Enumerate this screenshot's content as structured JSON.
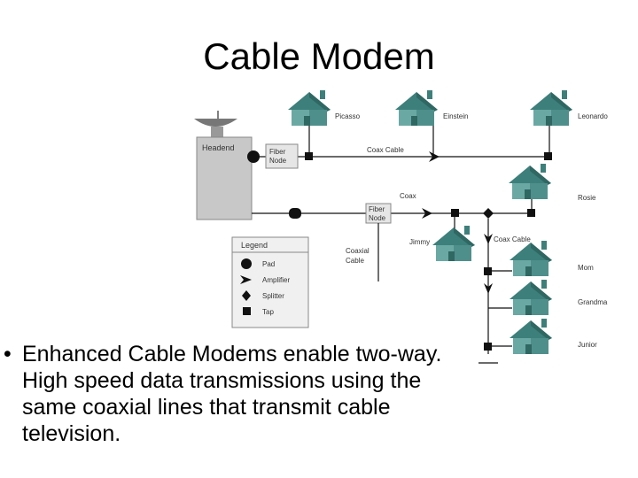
{
  "title": "Cable Modem",
  "diagram": {
    "headend_label": "Headend",
    "fiber_node_1": [
      "Fiber",
      "Node"
    ],
    "fiber_node_2": [
      "Fiber",
      "Node"
    ],
    "coax_cable_top_label": "Coax Cable",
    "coax_label": "Coax",
    "coaxial_cable_label": [
      "Coaxial",
      "Cable"
    ],
    "coax_cable_right_label": "Coax Cable",
    "houses": {
      "picasso": "Picasso",
      "einstein": "Einstein",
      "leonardo": "Leonardo",
      "rosie": "Rosie",
      "jimmy": "Jimmy",
      "mom": "Mom",
      "grandma": "Grandma",
      "junior": "Junior"
    },
    "legend": {
      "title": "Legend",
      "items": [
        "Pad",
        "Amplifier",
        "Splitter",
        "Tap"
      ]
    },
    "colors": {
      "house_roof": "#3d7f7b",
      "house_wall": "#6aa8a4",
      "headend": "#c8c8c8"
    }
  },
  "bullet": {
    "marker": "•",
    "text": "Enhanced Cable Modems enable two-way. High speed data transmissions using the same coaxial lines that transmit cable television."
  }
}
